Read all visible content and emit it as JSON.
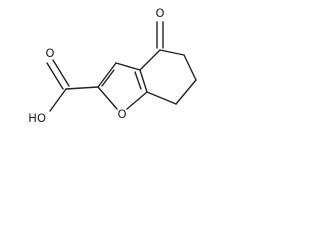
{
  "molecule": {
    "atoms": {
      "ketone_oxygen": "O",
      "acid_carbonyl_oxygen": "O",
      "hydroxyl": "HO",
      "ring_oxygen": "O"
    }
  }
}
